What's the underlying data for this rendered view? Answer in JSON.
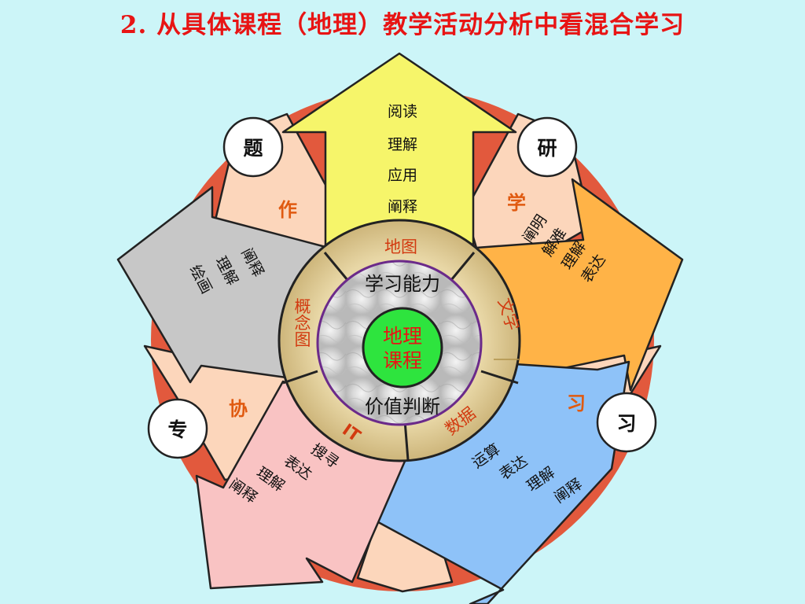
{
  "title": "2. 从具体课程（地理）教学活动分析中看混合学习",
  "center": {
    "line1": "地理",
    "line2": "课程"
  },
  "inner_ring": {
    "top": "学习能力",
    "bottom": "价值判断"
  },
  "outer_ring": {
    "top": "地图",
    "right": "文字",
    "bottom_right": "数据",
    "bottom_left": "IT",
    "left": "概念图"
  },
  "arrows": {
    "top": [
      "阅读",
      "理解",
      "应用",
      "阐释"
    ],
    "right": [
      "表达",
      "理解",
      "解难",
      "阐明"
    ],
    "bottom_right": [
      "运算",
      "表达",
      "理解",
      "阐释"
    ],
    "bottom_left": [
      "搜寻",
      "表达",
      "理解",
      "阐释"
    ],
    "left": [
      "绘画",
      "理解",
      "阐释"
    ]
  },
  "wedges": {
    "upper_left": "作",
    "upper_right": "学",
    "lower_right": "习",
    "lower_left": "协"
  },
  "corners": {
    "top_left": "题",
    "top_right": "研",
    "bottom_right": "习",
    "bottom_left": "专"
  },
  "colors": {
    "title": "#e81414",
    "outer_circle": "#e2593d",
    "wedge": "#fcd6bb",
    "arrow_top": "#f6f56a",
    "arrow_right": "#ffb347",
    "arrow_bottom_right": "#8ec2f8",
    "arrow_bottom_left": "#f9c3c3",
    "arrow_left": "#c7c7c7",
    "center": "#2ee43e"
  }
}
